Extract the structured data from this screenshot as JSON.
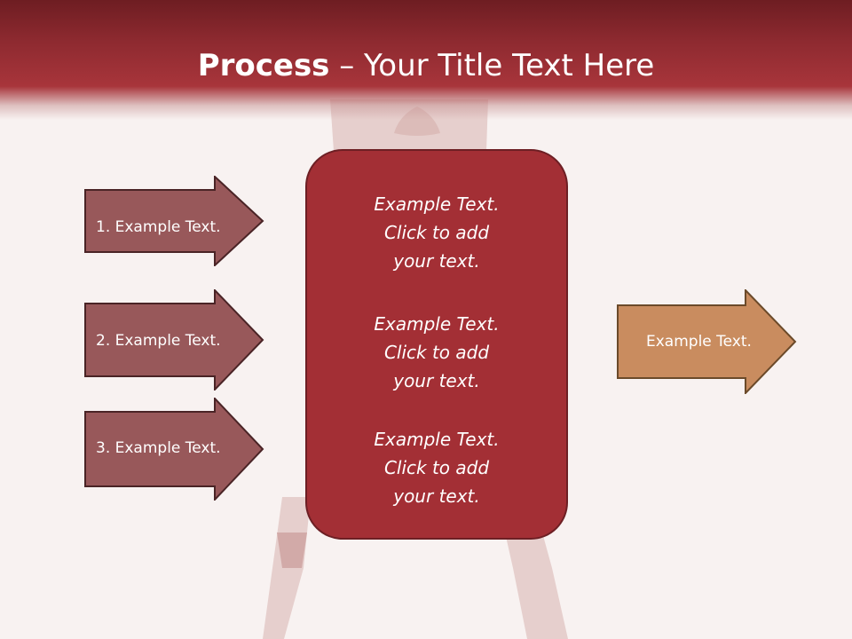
{
  "title": {
    "bold": "Process",
    "rest": " – Your Title Text Here"
  },
  "left_arrows": [
    {
      "label": "1. Example Text."
    },
    {
      "label": "2. Example Text."
    },
    {
      "label": "3. Example Text."
    }
  ],
  "center_box": {
    "blocks": [
      {
        "line1": "Example Text.",
        "line2": "Click  to add",
        "line3": "your text."
      },
      {
        "line1": "Example Text.",
        "line2": "Click  to add",
        "line3": "your text."
      },
      {
        "line1": "Example Text.",
        "line2": "Click  to add",
        "line3": "your text."
      }
    ]
  },
  "right_arrow": {
    "label": "Example Text."
  },
  "colors": {
    "header_dark": "#6e1d22",
    "header_red": "#a8353b",
    "left_arrow_fill": "#98585a",
    "center_fill": "#a32f35",
    "right_arrow_fill": "#c98c5f",
    "background": "#f8f2f1"
  }
}
